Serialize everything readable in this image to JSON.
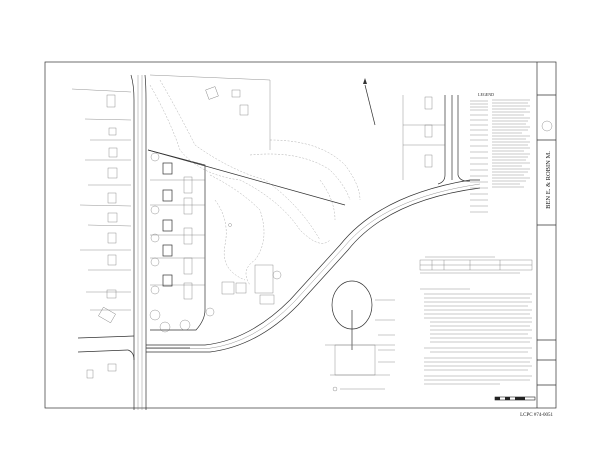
{
  "sheet": {
    "owner_name": "BEN E. & ROBIN M.",
    "permit_number": "LCPC #74-0051",
    "legend_title": "LEGEND"
  },
  "colors": {
    "line": "#333333",
    "background": "#ffffff",
    "contour": "#999999"
  }
}
